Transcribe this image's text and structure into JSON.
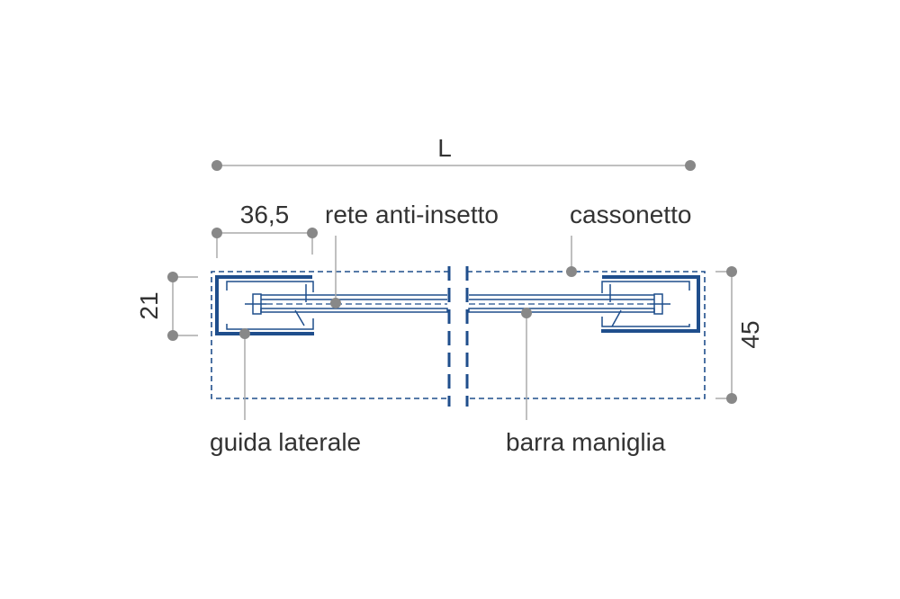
{
  "dimensions": {
    "overall_width": "L",
    "guide_width": "36,5",
    "guide_height": "21",
    "box_height": "45"
  },
  "callouts": {
    "mesh": "rete anti-insetto",
    "box": "cassonetto",
    "side_guide": "guida laterale",
    "handle_bar": "barra maniglia"
  },
  "colors": {
    "profile": "#1f4e8c",
    "dimension": "#aaaaaa",
    "marker": "#888888",
    "text": "#333333"
  }
}
